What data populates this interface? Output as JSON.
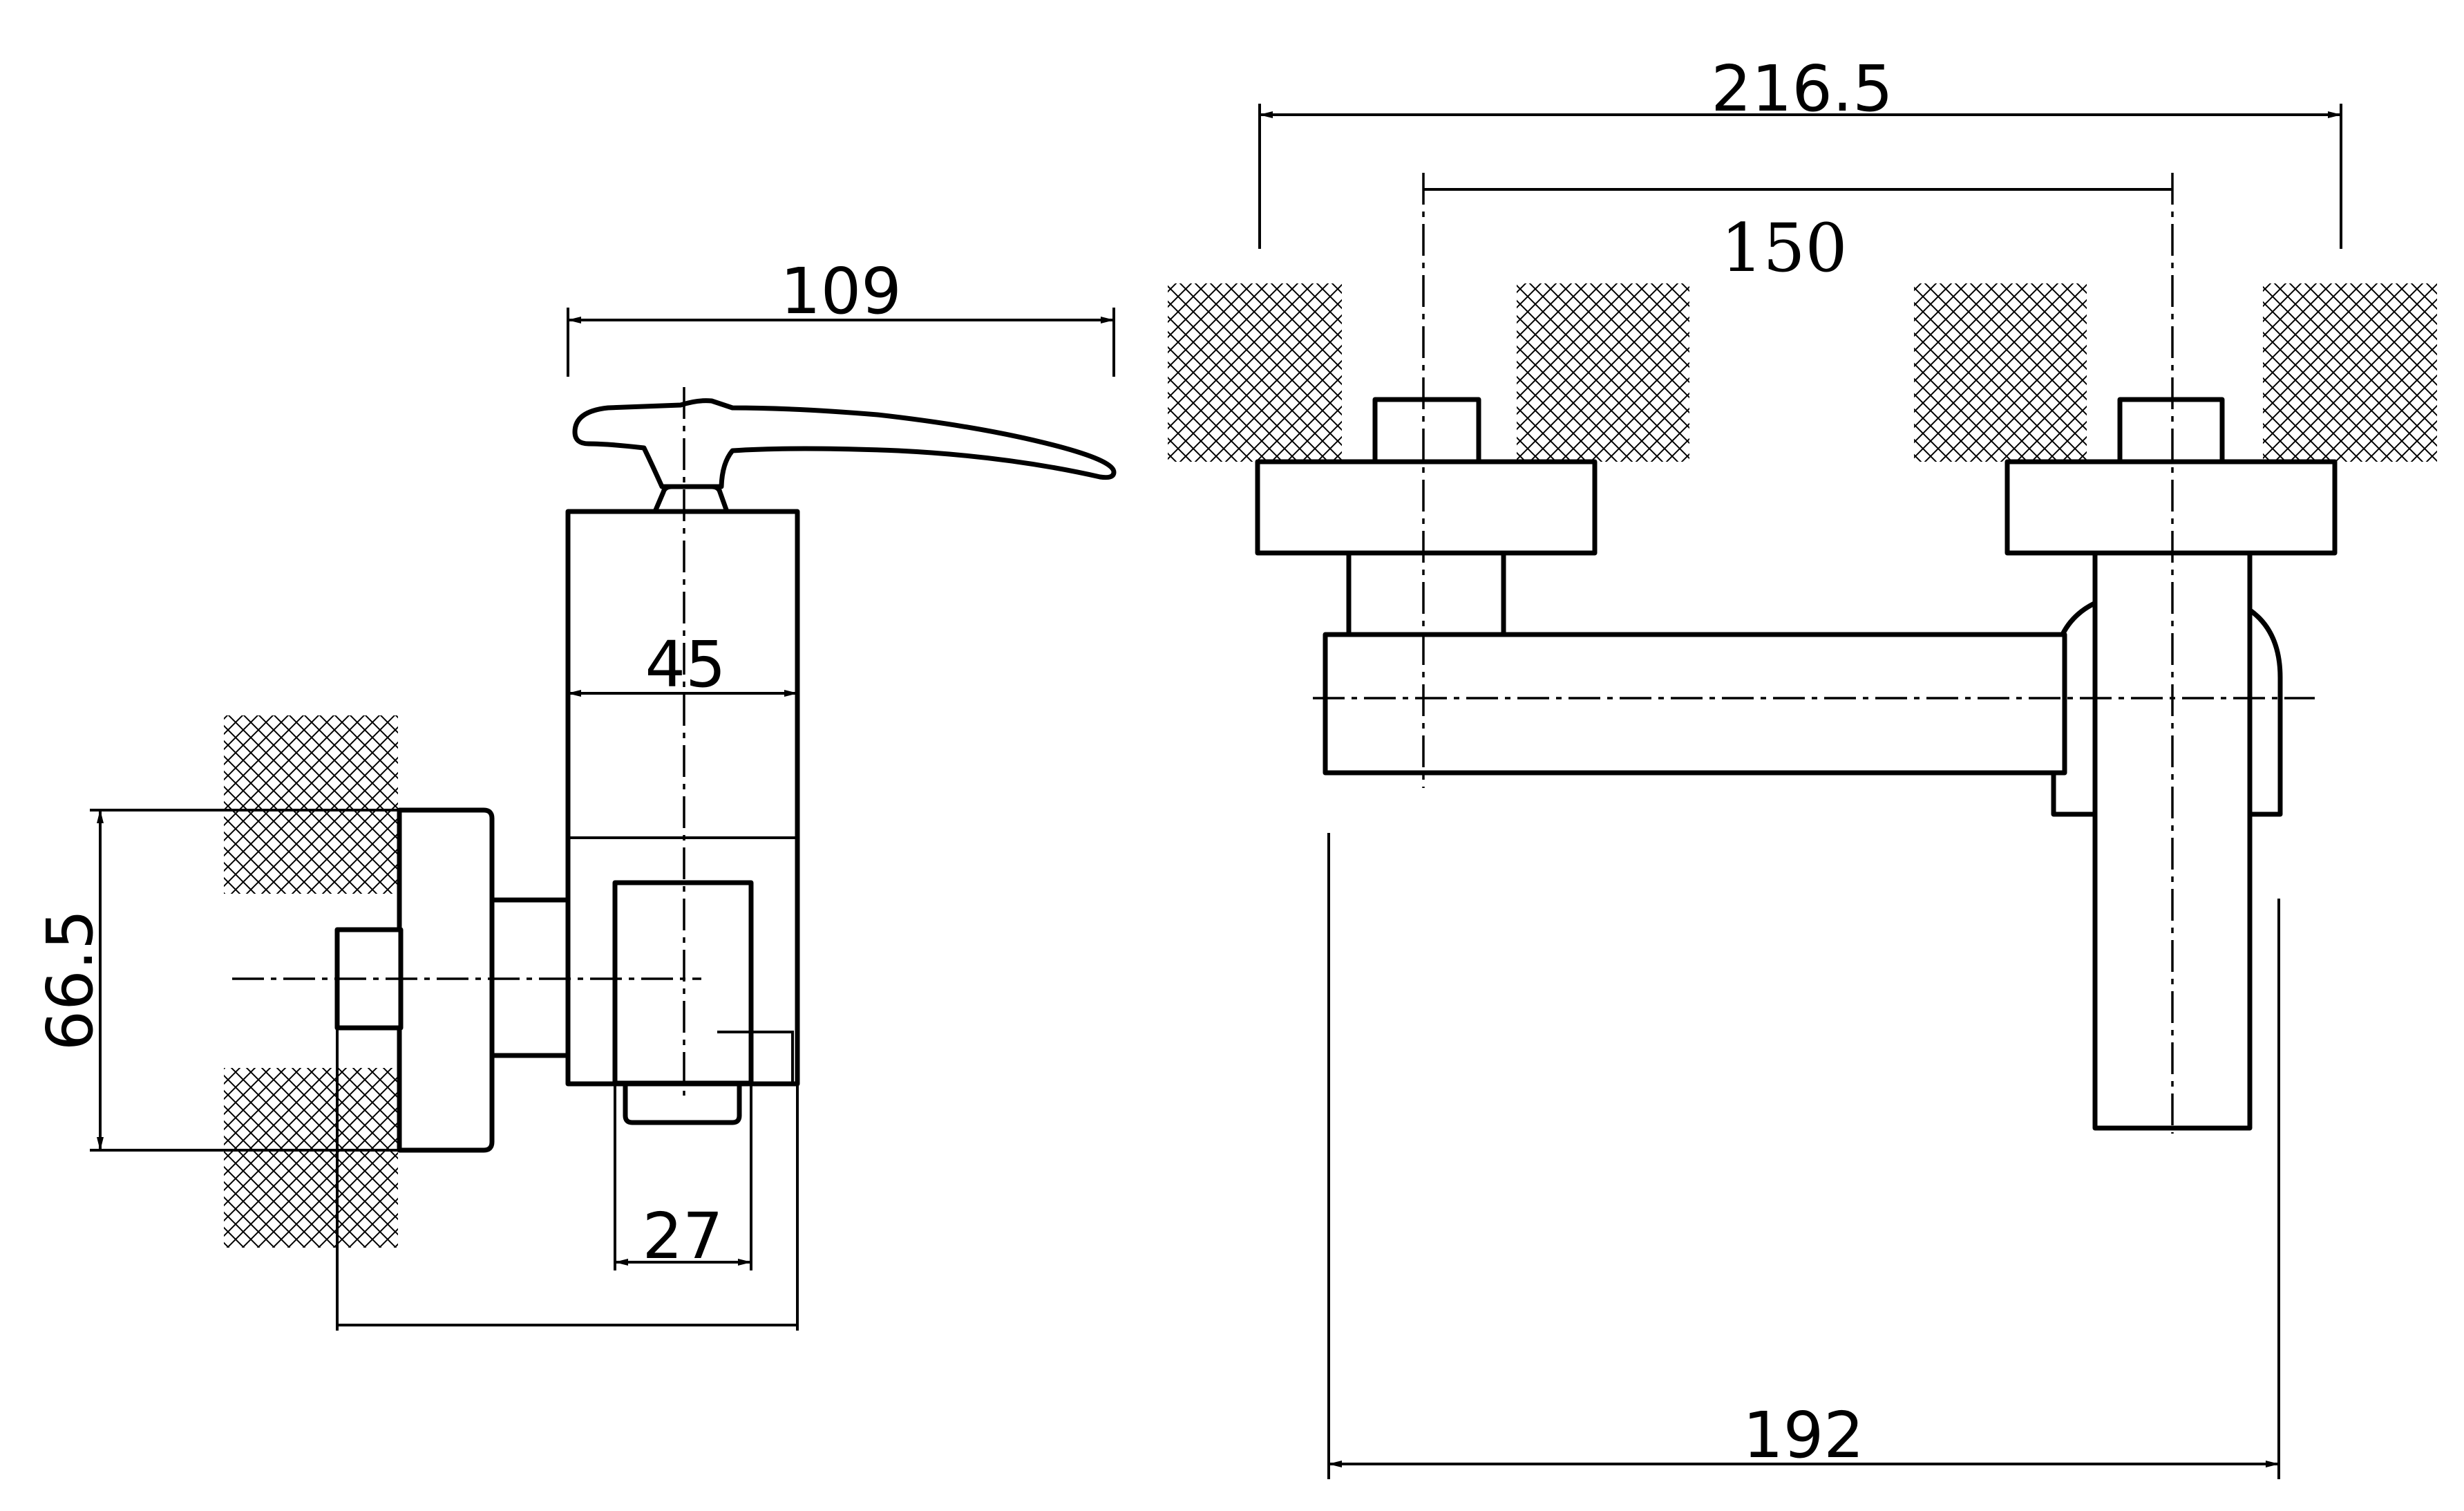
{
  "drawing": {
    "side_view": {
      "dim_spout_length": "109",
      "dim_body_width": "45",
      "dim_outlet_width": "27",
      "dim_wall_height": "66.5"
    },
    "front_view": {
      "dim_overall_width": "216.5",
      "dim_center_distance": "150",
      "dim_bottom_width": "192"
    },
    "colors": {
      "line": "#000000",
      "background": "#ffffff"
    }
  }
}
